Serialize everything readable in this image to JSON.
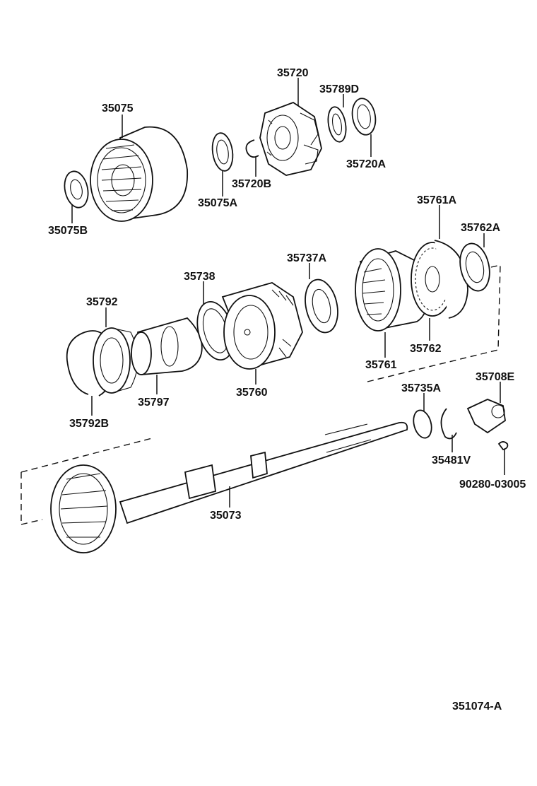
{
  "labels": {
    "p35720": "35720",
    "p35789D": "35789D",
    "p35075": "35075",
    "p35720A": "35720A",
    "p35720B": "35720B",
    "p35075A": "35075A",
    "p35075B": "35075B",
    "p35761A": "35761A",
    "p35762A": "35762A",
    "p35737A": "35737A",
    "p35738": "35738",
    "p35792": "35792",
    "p35762": "35762",
    "p35761": "35761",
    "p35760": "35760",
    "p35797": "35797",
    "p35735A": "35735A",
    "p35708E": "35708E",
    "p35792B": "35792B",
    "p35481V": "35481V",
    "p90280_03005": "90280-03005",
    "p35073": "35073",
    "diagram_id": "351074-A"
  }
}
